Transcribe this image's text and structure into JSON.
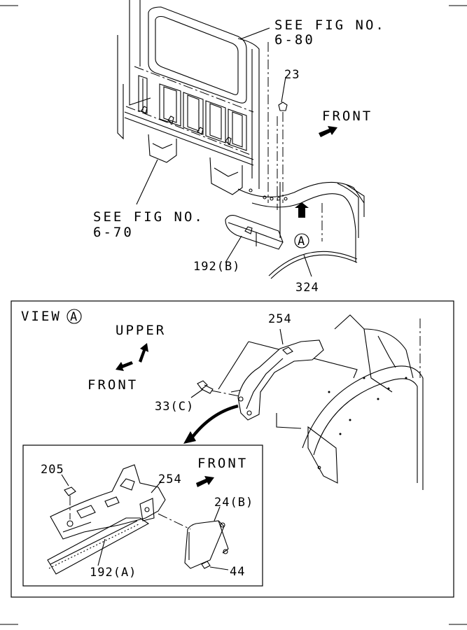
{
  "top_diagram": {
    "ref_fig_6_80_line1": "SEE FIG NO.",
    "ref_fig_6_80_line2": "6-80",
    "ref_fig_6_70_line1": "SEE FIG NO.",
    "ref_fig_6_70_line2": "6-70",
    "front_label": "FRONT",
    "part_23": "23",
    "part_192b": "192(B)",
    "part_324": "324",
    "view_marker": "A"
  },
  "view_a": {
    "title": "VIEW",
    "marker": "A",
    "upper_label": "UPPER",
    "front_label": "FRONT",
    "part_254": "254",
    "part_33c": "33(C)"
  },
  "detail": {
    "front_label": "FRONT",
    "part_205": "205",
    "part_254": "254",
    "part_24b": "24(B)",
    "part_192a": "192(A)",
    "part_44": "44"
  }
}
